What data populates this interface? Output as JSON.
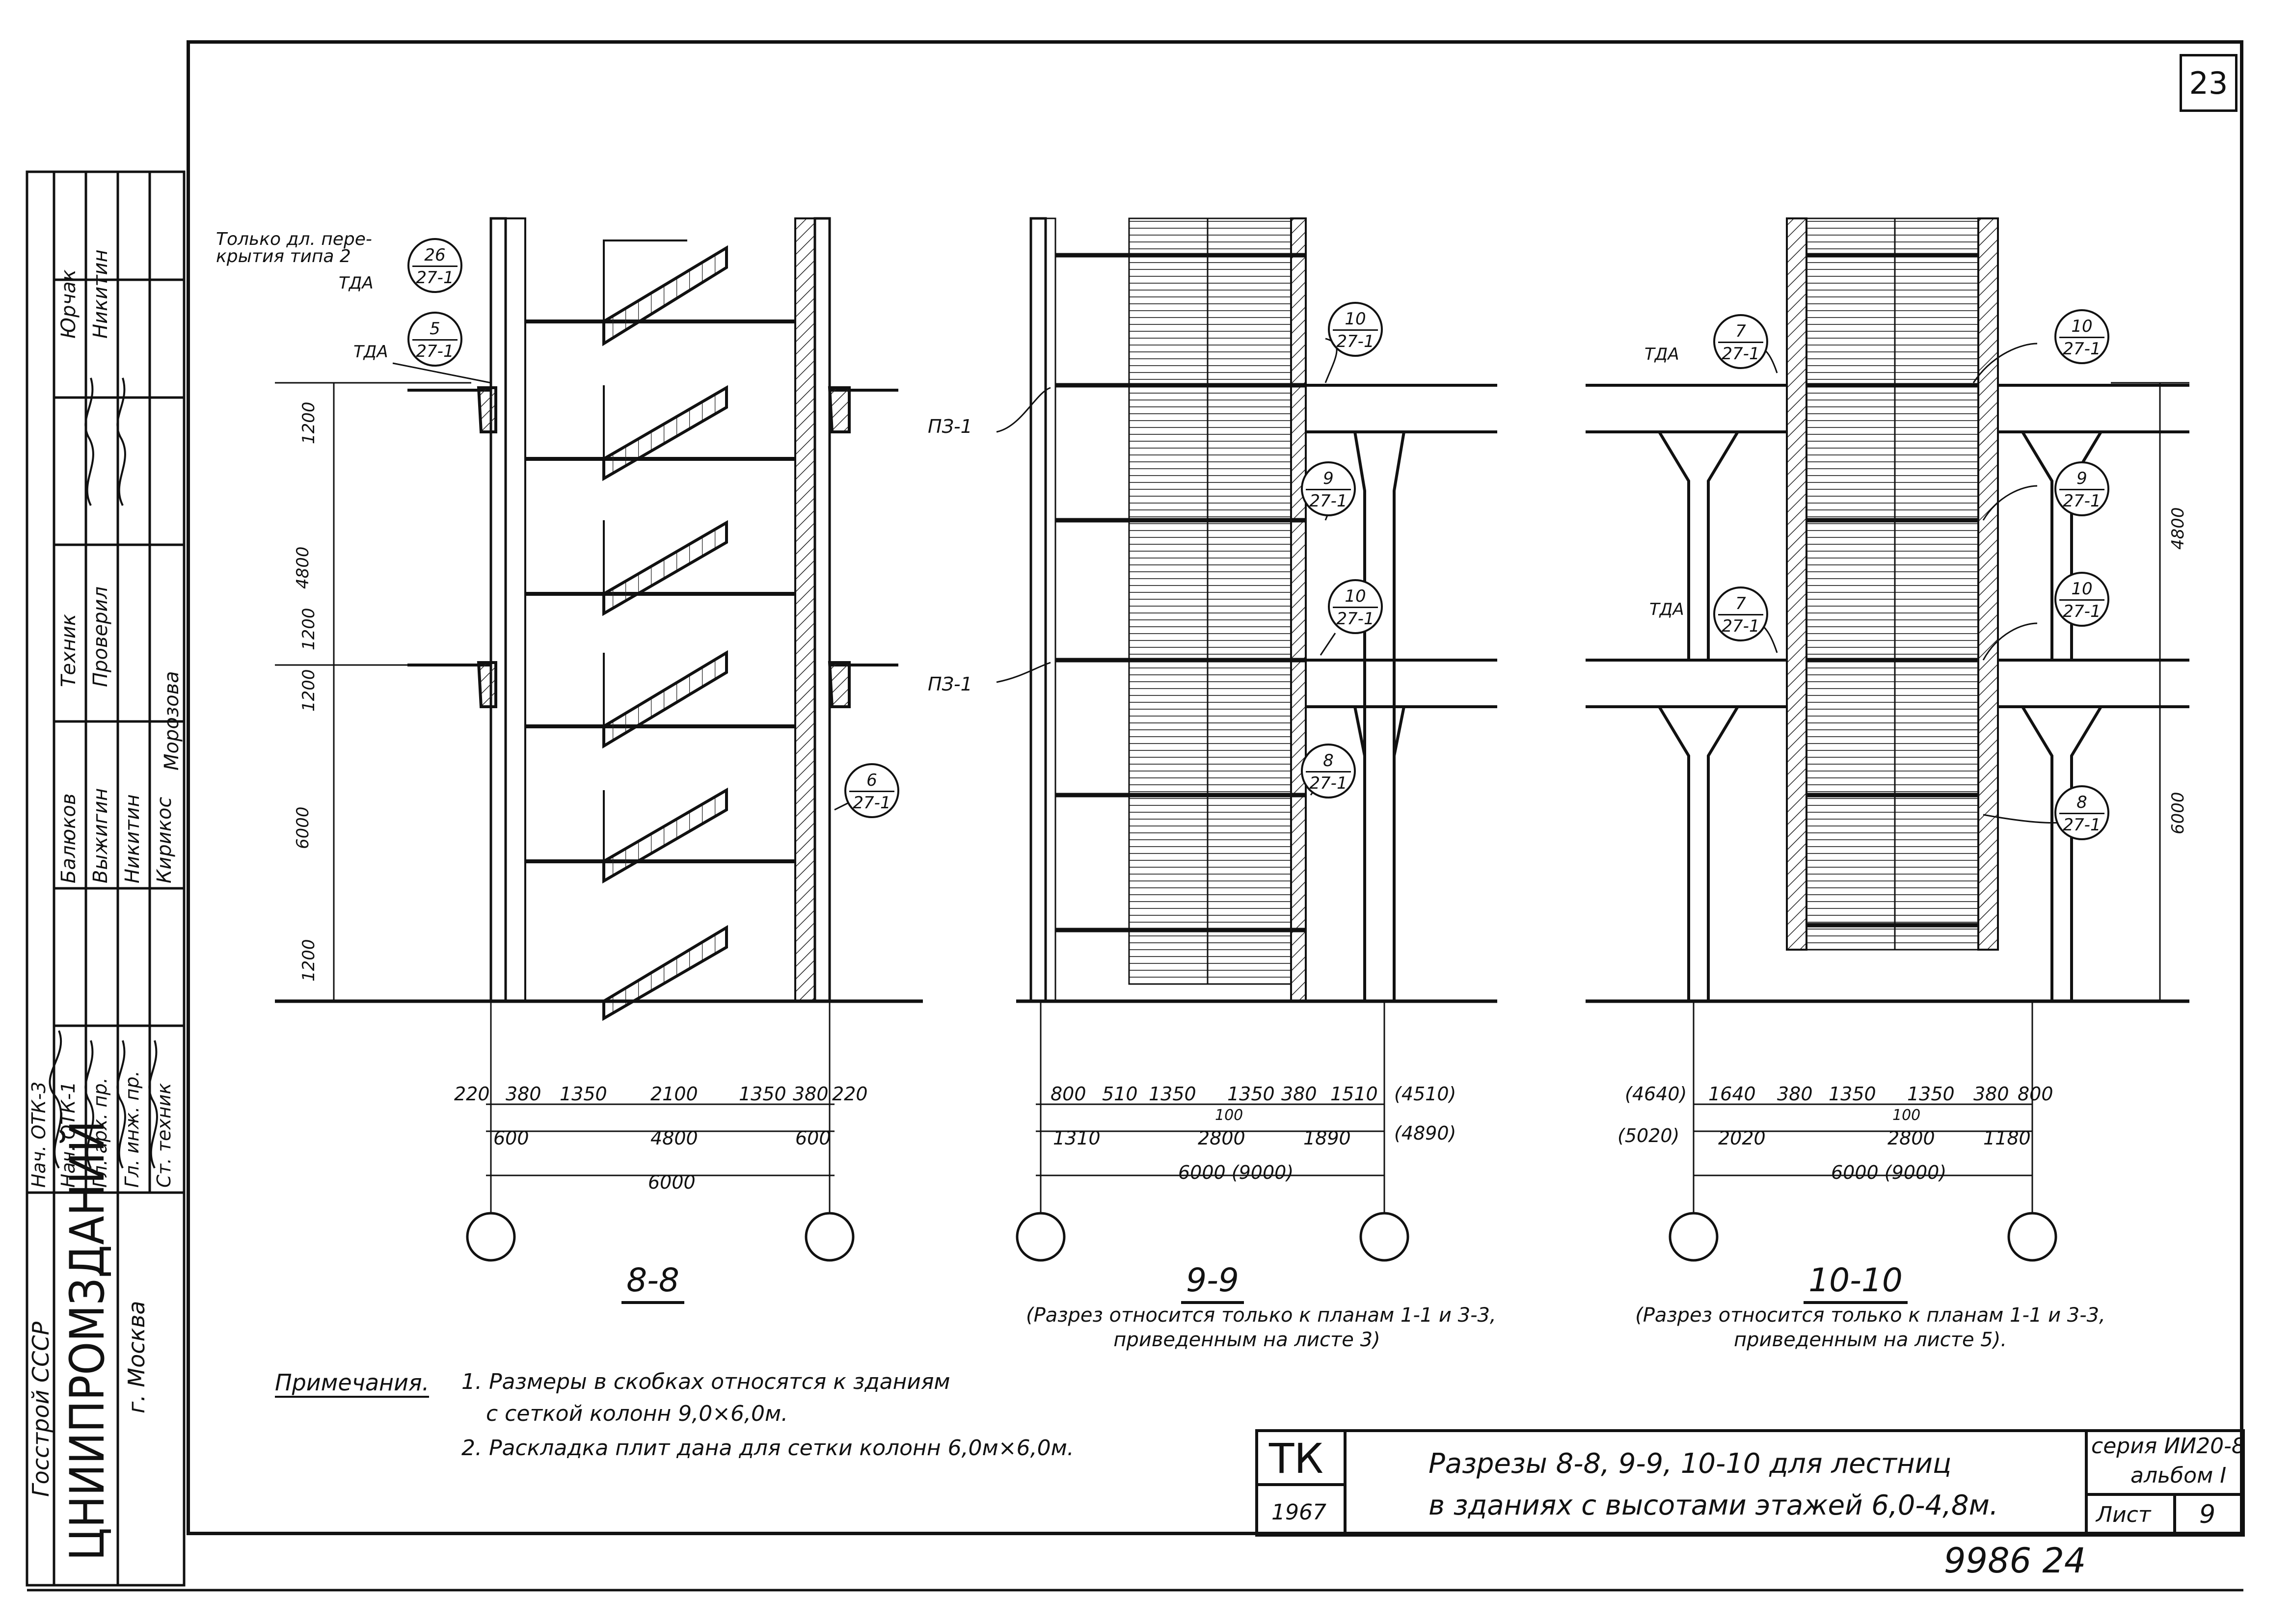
{
  "sheet": {
    "page_number": "23",
    "bottom_number": "9986 24"
  },
  "left_stamp": {
    "org_line1": "Госстрой СССР",
    "org_name": "ЦНИИПРОМЗДАНИЙ",
    "city": "г. Москва",
    "roles": [
      "Нач. ОТК-3",
      "Нач. ОТК-1",
      "Гл. арх. пр.",
      "Гл. инж. пр.",
      "Ст. техник"
    ],
    "names_col1": [
      "Балюков",
      "Выжигин",
      "Никитин",
      "Кирикос",
      "Морозова"
    ],
    "upper_roles": [
      "Техник",
      "Проверил"
    ],
    "upper_names": [
      "Юрчак",
      "Никитин"
    ]
  },
  "section_8_8": {
    "title": "8-8",
    "note_top": "Только дл. пере-",
    "note_top2": "крытия типа 2",
    "tda1": "ТДА",
    "tda2": "ТДА",
    "refs": [
      {
        "top": "26",
        "bot": "27-1"
      },
      {
        "top": "5",
        "bot": "27-1"
      },
      {
        "top": "6",
        "bot": "27-1"
      }
    ],
    "vertical_dims": [
      "1200",
      "4800",
      "1200",
      "1200",
      "6000",
      "1200"
    ],
    "dims_row1": [
      "220",
      "380",
      "1350",
      "2100",
      "1350",
      "380",
      "220"
    ],
    "dims_row2": [
      "600",
      "4800",
      "600"
    ],
    "dims_row3": [
      "6000"
    ]
  },
  "section_9_9": {
    "title": "9-9",
    "subtitle1": "(Разрез относится только к планам 1-1 и 3-3,",
    "subtitle2": "приведенным на листе 3)",
    "labels": [
      "ПЗ-1",
      "ПЗ-1"
    ],
    "refs": [
      {
        "top": "10",
        "bot": "27-1"
      },
      {
        "top": "9",
        "bot": "27-1"
      },
      {
        "top": "10",
        "bot": "27-1"
      },
      {
        "top": "8",
        "bot": "27-1"
      }
    ],
    "dims_row1": [
      "800",
      "510",
      "1350",
      "1350",
      "380",
      "1510",
      "(4510)"
    ],
    "dims_100": "100",
    "dims_row2": [
      "1310",
      "2800",
      "1890",
      "(4890)"
    ],
    "dims_row3": [
      "6000 (9000)"
    ]
  },
  "section_10_10": {
    "title": "10-10",
    "subtitle1": "(Разрез относится только к планам 1-1 и 3-3,",
    "subtitle2": "приведенным на листе 5).",
    "tda1": "ТДА",
    "tda2": "ТДА",
    "refs": [
      {
        "top": "7",
        "bot": "27-1"
      },
      {
        "top": "10",
        "bot": "27-1"
      },
      {
        "top": "9",
        "bot": "27-1"
      },
      {
        "top": "7",
        "bot": "27-1"
      },
      {
        "top": "10",
        "bot": "27-1"
      },
      {
        "top": "8",
        "bot": "27-1"
      }
    ],
    "vertical_dims": [
      "4800",
      "6000"
    ],
    "dims_row1": [
      "(4640)",
      "1640",
      "380",
      "1350",
      "1350",
      "380",
      "800"
    ],
    "dims_100": "100",
    "dims_row2": [
      "(5020)",
      "2020",
      "2800",
      "1180"
    ],
    "dims_row3": [
      "6000 (9000)"
    ]
  },
  "notes": {
    "heading": "Примечания.",
    "line1": "1. Размеры в скобках относятся к зданиям",
    "line1b": "с сеткой колонн 9,0×6,0м.",
    "line2": "2. Раскладка плит дана для сетки колонн 6,0м×6,0м."
  },
  "title_block": {
    "mark": "ТК",
    "year": "1967",
    "title1": "Разрезы 8-8, 9-9, 10-10 для лестниц",
    "title2": "в зданиях с высотами этажей 6,0-4,8м.",
    "series": "серия ИИ20-8",
    "album": "альбом I",
    "sheet_label": "Лист",
    "sheet_no": "9"
  }
}
